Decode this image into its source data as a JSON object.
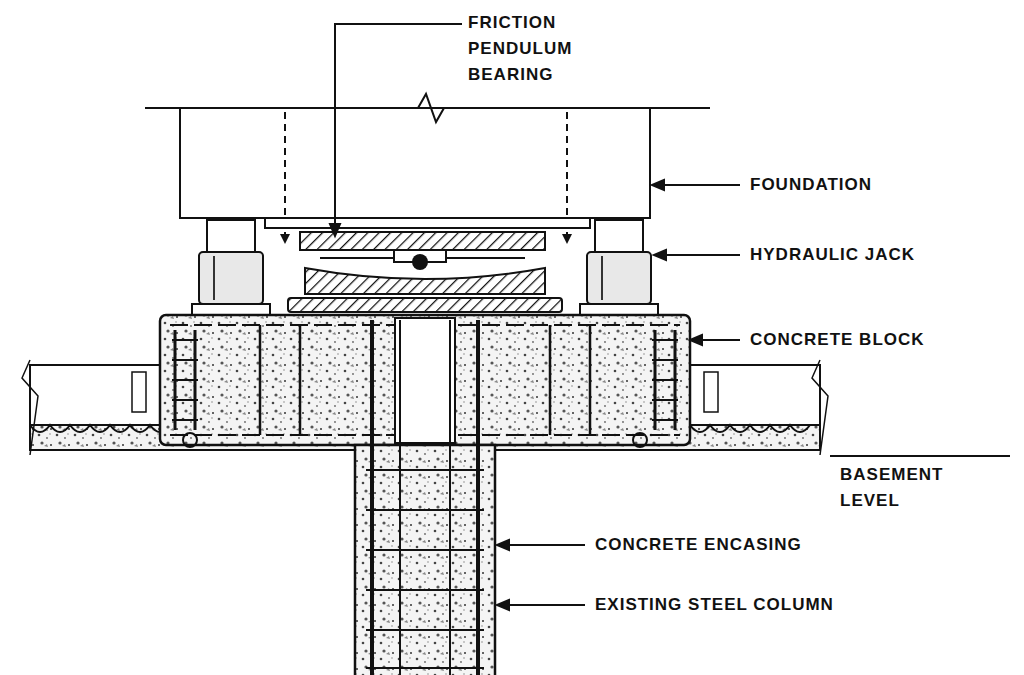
{
  "diagram": {
    "labels": [
      "FRICTION PENDULUM BEARING",
      "FOUNDATION",
      "HYDRAULIC JACK",
      "CONCRETE BLOCK",
      "BASEMENT LEVEL",
      "CONCRETE ENCASING",
      "EXISTING STEEL COLUMN"
    ]
  }
}
